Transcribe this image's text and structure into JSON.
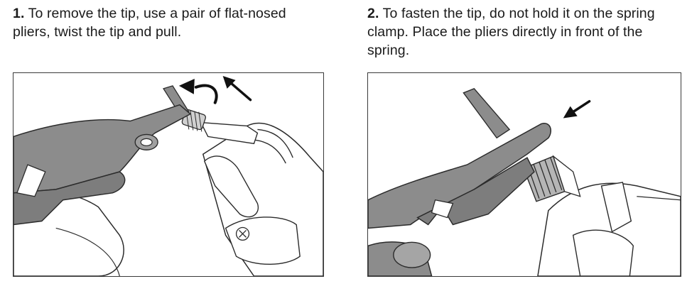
{
  "steps": [
    {
      "number": "1.",
      "text": "To remove the tip, use a pair of flat-nosed pliers, twist the tip and pull."
    },
    {
      "number": "2.",
      "text": "To fasten the tip, do not hold it on the spring clamp. Place the pliers directly in front of the spring."
    }
  ],
  "colors": {
    "pliers_fill": "#8c8c8c",
    "line": "#2b2b2b",
    "border": "#3a3a3a"
  },
  "icons": {
    "rotate": "curved-arrow-icon",
    "pull": "arrow-up-right-icon",
    "push": "arrow-down-left-icon"
  }
}
